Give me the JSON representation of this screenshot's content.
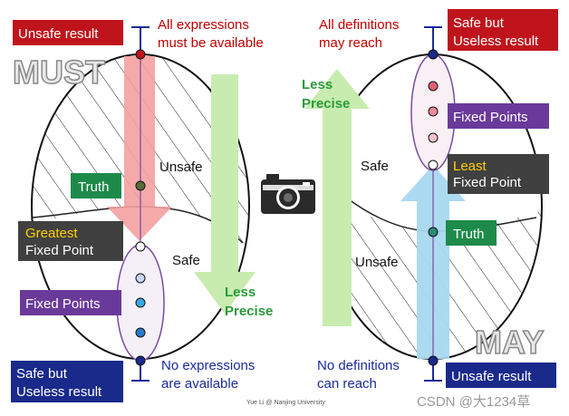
{
  "left": {
    "unsafe_result": "Unsafe result",
    "top_note": [
      "All expressions",
      "must be available"
    ],
    "big_label": "MUST",
    "truth": "Truth",
    "unsafe_region": "Unsafe",
    "greatest": "Greatest",
    "fixed_point": "Fixed Point",
    "safe_region": "Safe",
    "fixed_points": "Fixed Points",
    "less_precise": [
      "Less",
      "Precise"
    ],
    "safe_useless": [
      "Safe but",
      "Useless result"
    ],
    "bottom_note": [
      "No expressions",
      "are available"
    ]
  },
  "right": {
    "top_note": [
      "All definitions",
      "may reach"
    ],
    "safe_useless": [
      "Safe but",
      "Useless result"
    ],
    "less_precise": [
      "Less",
      "Precise"
    ],
    "fixed_points": "Fixed Points",
    "safe_region": "Safe",
    "least": "Least",
    "fixed_point": "Fixed Point",
    "truth": "Truth",
    "unsafe_region": "Unsafe",
    "big_label": "MAY",
    "bottom_note": [
      "No definitions",
      "can reach"
    ],
    "unsafe_result": "Unsafe result"
  },
  "footer": {
    "credit": "Yue Li @ Nanjing University",
    "watermark": "CSDN @大1234草"
  },
  "icons": {
    "camera": "camera-icon"
  },
  "colors": {
    "dark_red_box": "#c0141c",
    "dark_gray_box": "#404040",
    "green_box": "#1e8a4a",
    "purple_box": "#6a3a9a",
    "navy_box": "#1a2a8a",
    "red_text": "#c00000",
    "green_text": "#2a9a3a",
    "navy_text": "#1a2a9a",
    "red_arrow": "#f4a0a0",
    "green_arrow": "#c8ecb0",
    "blue_arrow": "#a8d8f0",
    "gold_text": "#ffd000"
  }
}
